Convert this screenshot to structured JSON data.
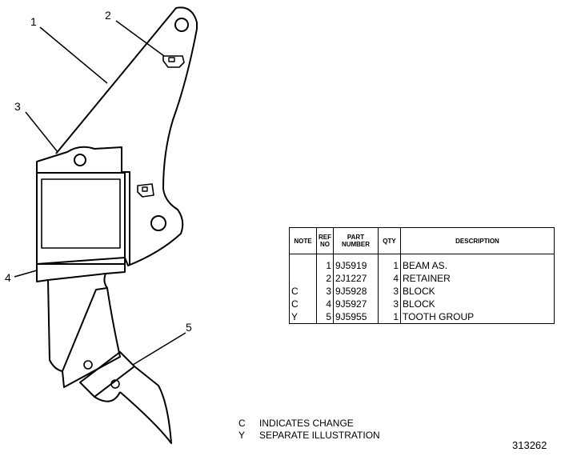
{
  "callouts": [
    "1",
    "2",
    "3",
    "4",
    "5"
  ],
  "table": {
    "headers": {
      "note": "NOTE",
      "ref": [
        "REF",
        "NO"
      ],
      "part": [
        "PART",
        "NUMBER"
      ],
      "qty": "QTY",
      "description": "DESCRIPTION"
    },
    "rows": [
      {
        "note": "",
        "ref": "1",
        "part": "9J5919",
        "qty": "1",
        "desc": "BEAM AS.",
        "indent": false
      },
      {
        "note": "",
        "ref": "2",
        "part": "2J1227",
        "qty": "4",
        "desc": "RETAINER",
        "indent": true
      },
      {
        "note": "C",
        "ref": "3",
        "part": "9J5928",
        "qty": "3",
        "desc": "BLOCK",
        "indent": true
      },
      {
        "note": "C",
        "ref": "4",
        "part": "9J5927",
        "qty": "3",
        "desc": "BLOCK",
        "indent": true
      },
      {
        "note": "Y",
        "ref": "5",
        "part": "9J5955",
        "qty": "1",
        "desc": "TOOTH GROUP",
        "indent": false
      }
    ]
  },
  "notes": [
    {
      "code": "C",
      "text": "INDICATES  CHANGE"
    },
    {
      "code": "Y",
      "text": "SEPARATE  ILLUSTRATION"
    }
  ],
  "figure_number": "313262"
}
